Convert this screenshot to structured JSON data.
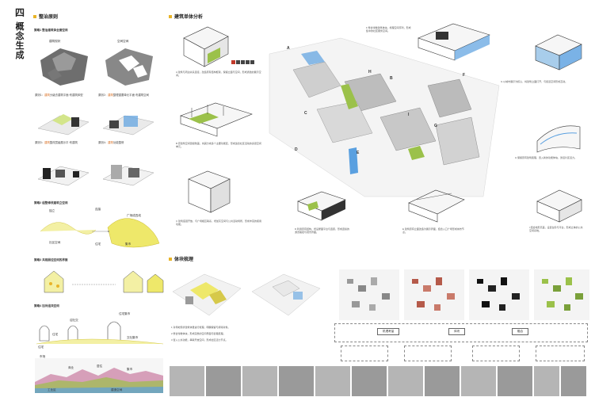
{
  "page": {
    "section_number": "四",
    "section_title": "概念生成"
  },
  "sections": {
    "principle": {
      "title": "整治原则"
    },
    "single_building": {
      "title": "建筑单体分析"
    },
    "massing": {
      "title": "体块梳理"
    }
  },
  "principle_panel": {
    "strategy1_title": "策略1 整治建筑体全面空间",
    "label_built": "建筑现状",
    "label_open": "空间空间",
    "caption_row1_left_pre": "原则1：",
    "caption_row1_left_hl": "建筑",
    "caption_row1_left_post": "分级去建筑平面·布建筑体型",
    "caption_row1_right_pre": "原则2：",
    "caption_row1_right_hl": "建筑",
    "caption_row1_right_post": "整理重要单元平面·布建筑空间",
    "caption_row2_left_pre": "原则3：",
    "caption_row2_left_hl": "建筑",
    "caption_row2_left_post": "整改层级展示平·布建筑",
    "caption_row2_right_pre": "原则4：",
    "caption_row2_right_hl": "建筑",
    "caption_row2_right_post": "功能整修",
    "strategy2_title": "策略2 组整修改建筑立空间",
    "s2_label_a": "独立",
    "s2_label_b": "连接",
    "s2_label_c": "广场成四线",
    "s2_label_d": "社区空间",
    "s2_label_e": "住宅",
    "s2_label_f": "集市",
    "strategy3_title": "策略3 共相展住空间的界面",
    "strategy4_title": "策略4 加对组共空间",
    "s4_label_a": "住宅",
    "s4_label_b": "迎社交",
    "s4_label_c": "住宅",
    "s4_label_d": "住宅集市",
    "s4_label_e": "交社集市",
    "timeline_labels": [
      "市场",
      "商业",
      "居住",
      "集市",
      "工业区",
      "建造空间"
    ]
  },
  "building_panel": {
    "captions": [
      "A 建筑与周边关系连接，改造原有结构框架，保留立面与空间，形成通透的展示空间。",
      "B 原建筑空间层级较差，将其分成多个主要功能区，形成适合社区活动的多层空间单元。",
      "C 建筑底层开放，与广场相互联系，增加灰空间与公共活动场所，形成丰富的使用功能。",
      "D 利用原有结构，增设屋面平台与连廊，形成连续的游览路径与观景界面。",
      "E 建筑原有立面改造为展示界面，结合入口广场形成城市节点。",
      "F 整合零散建筑体块，梳理空间序列，形成集中的社区服务空间。",
      "G 以城市展示为核心，将建筑立面打开，与街道空间形成互动。",
      "H 保留原有建筑肌理，置入新的功能体块，激活片区活力。",
      "I 结合地形高差，设置台阶与平台，形成立体的公共空间系统。"
    ],
    "letters": [
      "A",
      "B",
      "C",
      "D",
      "E",
      "F",
      "G",
      "H",
      "I"
    ]
  },
  "massing_panel": {
    "tags": [
      "机理考量",
      "体块",
      "融合"
    ],
    "notes": [
      "1 对场地现状建筑体量进行梳理，明确保留与拆除对象。",
      "2 整合零散体块，形成完整的空间界面与街巷肌理。",
      "3 置入公共功能，串联开放空间，形成社区活力节点。"
    ]
  },
  "colors": {
    "accent_yellow": "#e8b428",
    "highlight_green": "#9bc14a",
    "highlight_orange": "#d86a1a",
    "water_blue": "#5aa0e0",
    "icon_red": "#c23a2a"
  }
}
